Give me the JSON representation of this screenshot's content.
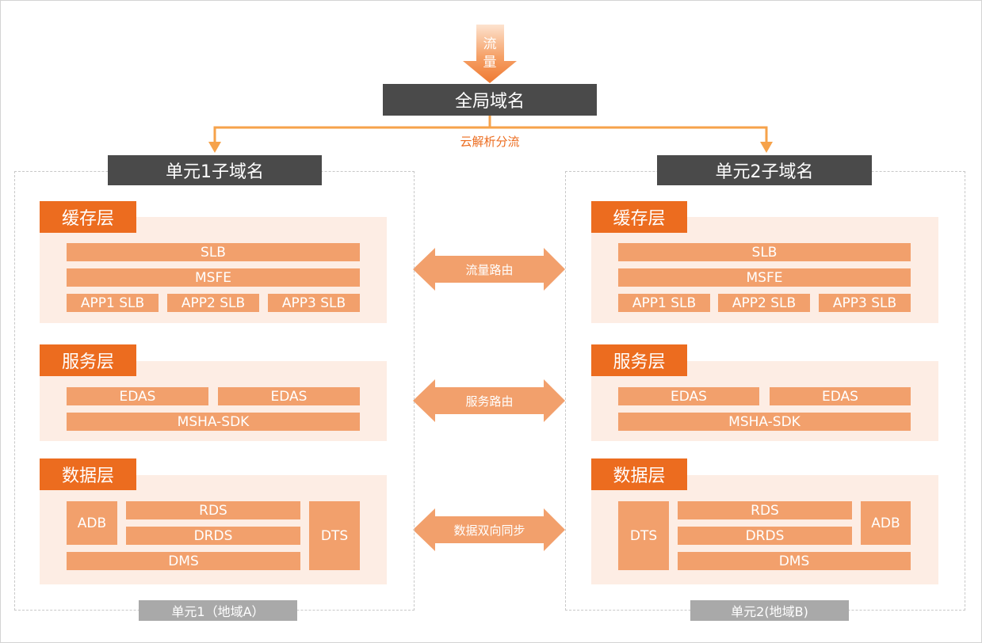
{
  "traffic_label": [
    "流",
    "量"
  ],
  "global_domain": "全局域名",
  "split_label": "云解析分流",
  "colors": {
    "dark": "#4a4a4a",
    "accent": "#ec6c1f",
    "block": "#f2a06c",
    "panel": "#fdede4",
    "arrow": "#f2a06c",
    "connector": "#f6a24a",
    "dashed": "#c8c8c8",
    "caption": "#a9a9a9"
  },
  "units": [
    {
      "subdomain": "单元1子域名",
      "caption": "单元1（地域A）",
      "cache": {
        "title": "缓存层",
        "slb": "SLB",
        "msfe": "MSFE",
        "apps": [
          "APP1 SLB",
          "APP2 SLB",
          "APP3 SLB"
        ]
      },
      "service": {
        "title": "服务层",
        "edas": [
          "EDAS",
          "EDAS"
        ],
        "sdk": "MSHA-SDK"
      },
      "data": {
        "title": "数据层",
        "adb": "ADB",
        "rds": "RDS",
        "drds": "DRDS",
        "dts": "DTS",
        "dms": "DMS"
      }
    },
    {
      "subdomain": "单元2子域名",
      "caption": "单元2(地域B)",
      "cache": {
        "title": "缓存层",
        "slb": "SLB",
        "msfe": "MSFE",
        "apps": [
          "APP1 SLB",
          "APP2 SLB",
          "APP3 SLB"
        ]
      },
      "service": {
        "title": "服务层",
        "edas": [
          "EDAS",
          "EDAS"
        ],
        "sdk": "MSHA-SDK"
      },
      "data": {
        "title": "数据层",
        "dts": "DTS",
        "rds": "RDS",
        "drds": "DRDS",
        "adb": "ADB",
        "dms": "DMS"
      }
    }
  ],
  "routing": [
    "流量路由",
    "服务路由",
    "数据双向同步"
  ]
}
